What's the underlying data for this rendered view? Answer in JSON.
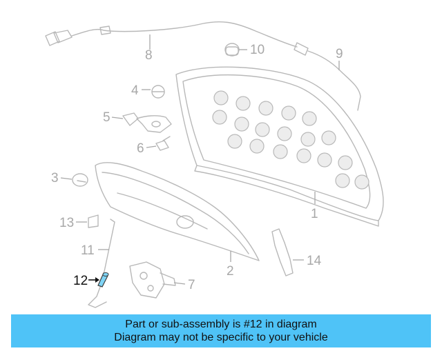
{
  "diagram": {
    "callouts": [
      "1",
      "2",
      "3",
      "4",
      "5",
      "6",
      "7",
      "8",
      "9",
      "10",
      "11",
      "12",
      "13",
      "14"
    ],
    "highlighted": "12",
    "highlight_color": "#7fd4f5"
  },
  "banner": {
    "line1": "Part or sub-assembly is #12 in diagram",
    "line2": "Diagram may not be specific to your vehicle",
    "background": "#4fc3f7"
  }
}
